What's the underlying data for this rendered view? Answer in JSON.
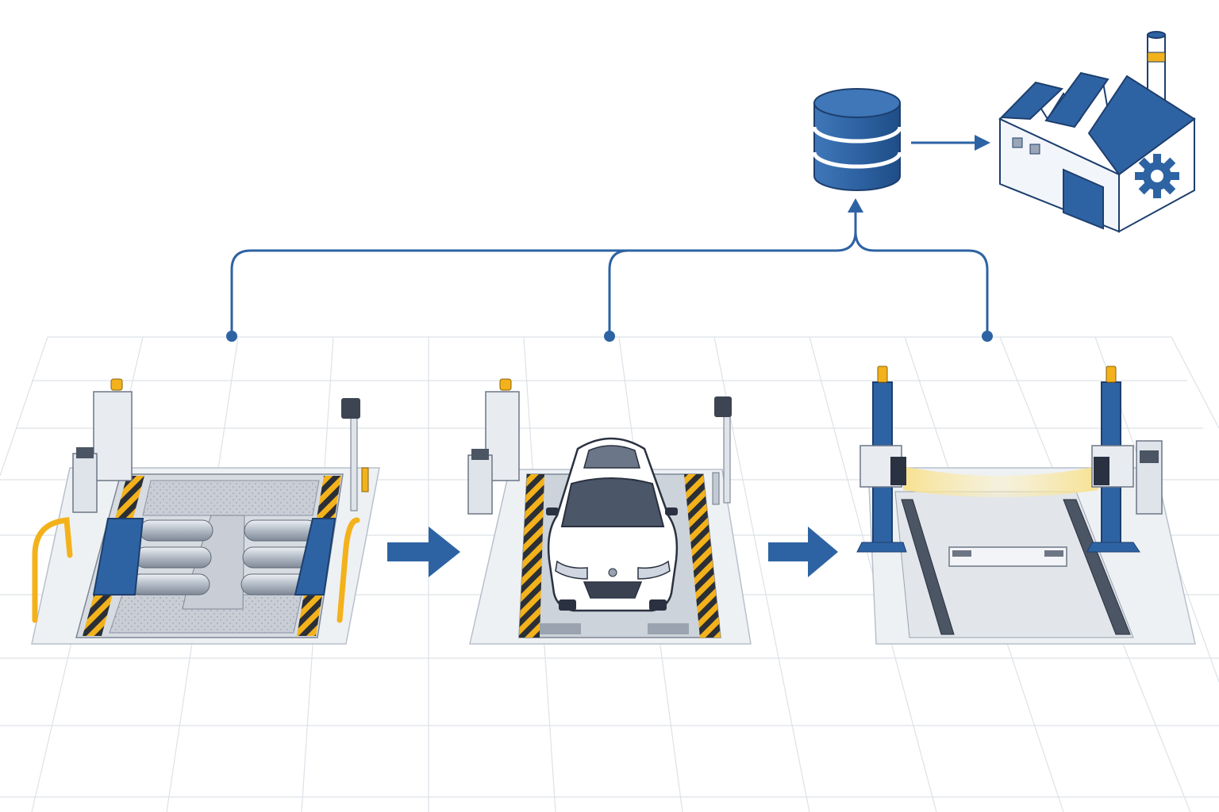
{
  "diagram": {
    "stations": [
      {
        "id": "roller-dynamometer",
        "icon": "roller-test-bench-icon"
      },
      {
        "id": "vehicle-bay",
        "icon": "car-on-test-pad-icon"
      },
      {
        "id": "alignment-portal",
        "icon": "light-curtain-sensor-icon"
      }
    ],
    "targets": [
      {
        "id": "database",
        "icon": "database-icon"
      },
      {
        "id": "factory",
        "icon": "factory-gear-icon"
      }
    ],
    "colors": {
      "accent_blue": "#2e63a3",
      "dark_blue": "#1d3f6e",
      "hazard_yellow": "#f3b21b",
      "light_beam": "#f8e08a",
      "floor_gray": "#e9ecf0",
      "grid_line": "#dde2e8"
    }
  }
}
